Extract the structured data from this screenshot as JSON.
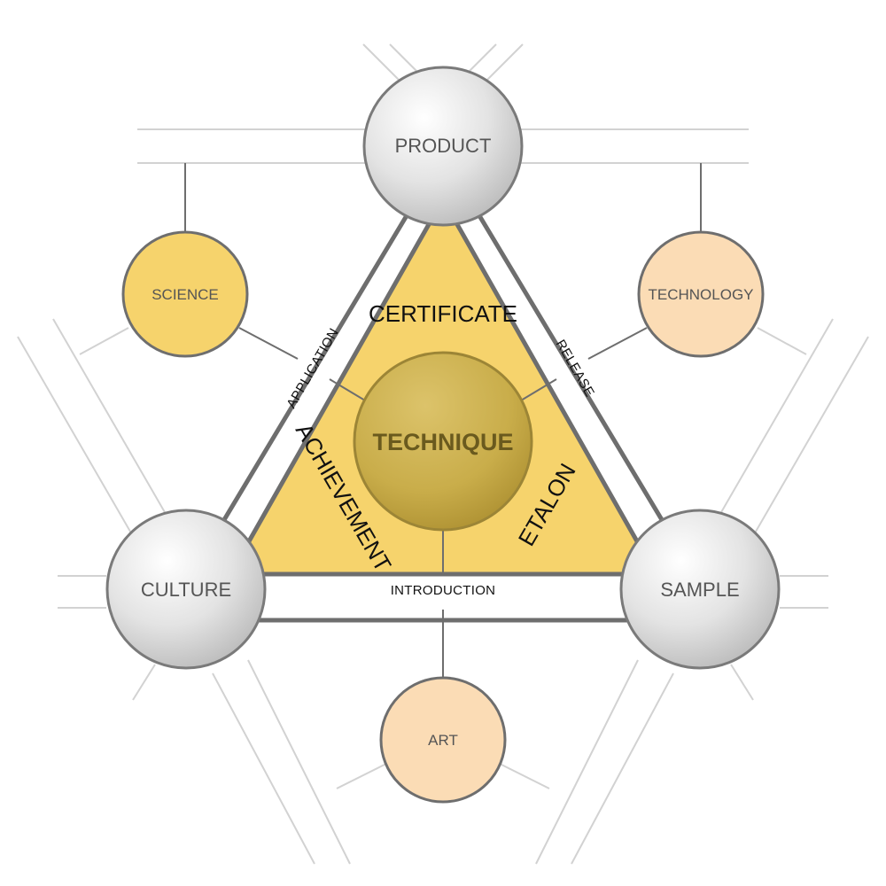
{
  "nodes": {
    "product": "PRODUCT",
    "culture": "CULTURE",
    "sample": "SAMPLE",
    "science": "SCIENCE",
    "technology": "TECHNOLOGY",
    "art": "ART",
    "center": "TECHNIQUE"
  },
  "edges": {
    "left": "APPLICATION",
    "right": "RELEASE",
    "bottom": "INTRODUCTION"
  },
  "zones": {
    "top": "CERTIFICATE",
    "left": "ACHIEVEMENT",
    "right": "ETALON"
  },
  "colors": {
    "triangle_fill": "#f6d36c",
    "gold_node": "#f6d36c",
    "peach_node": "#fbdcb5",
    "silver_node": "#e2e2e2",
    "center_node": "#c9ad4a",
    "outline": "#6e6e6e",
    "background_lines": "#cfcfcf"
  }
}
